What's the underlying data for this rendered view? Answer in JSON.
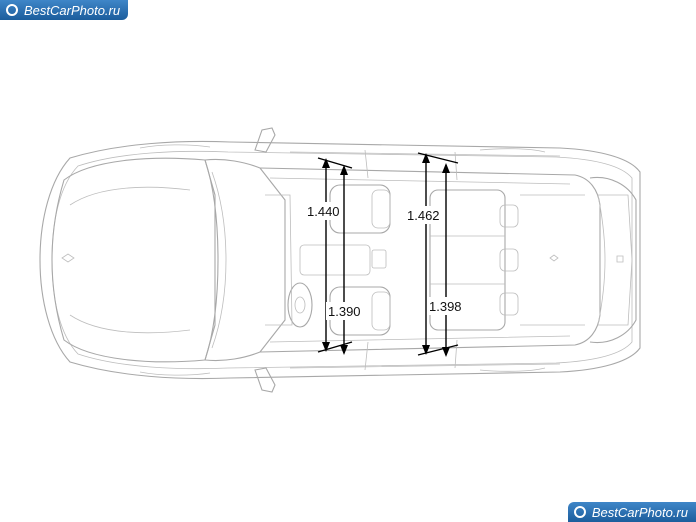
{
  "watermark": {
    "top": "BestCarPhoto.ru",
    "bottom": "BestCarPhoto.ru"
  },
  "dimensions": [
    {
      "label": "1.440"
    },
    {
      "label": "1.390"
    },
    {
      "label": "1.462"
    },
    {
      "label": "1.398"
    }
  ]
}
